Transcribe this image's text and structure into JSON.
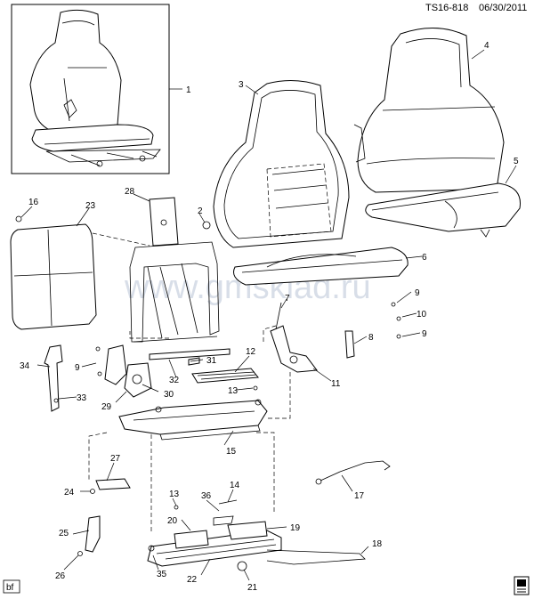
{
  "header": {
    "ref": "TS16-818",
    "date": "06/30/2011"
  },
  "watermark": "www.gmsklad.ru",
  "corner_tag": "bf",
  "callouts": [
    "1",
    "2",
    "3",
    "4",
    "5",
    "6",
    "7",
    "8",
    "9",
    "9",
    "9",
    "10",
    "11",
    "12",
    "13",
    "13",
    "14",
    "15",
    "16",
    "17",
    "18",
    "19",
    "20",
    "21",
    "22",
    "23",
    "24",
    "25",
    "26",
    "27",
    "28",
    "29",
    "30",
    "31",
    "32",
    "33",
    "34",
    "35",
    "36"
  ],
  "colors": {
    "line": "#000000",
    "watermark": "#b9c4d6"
  },
  "icons": {
    "badge": "book-icon"
  }
}
